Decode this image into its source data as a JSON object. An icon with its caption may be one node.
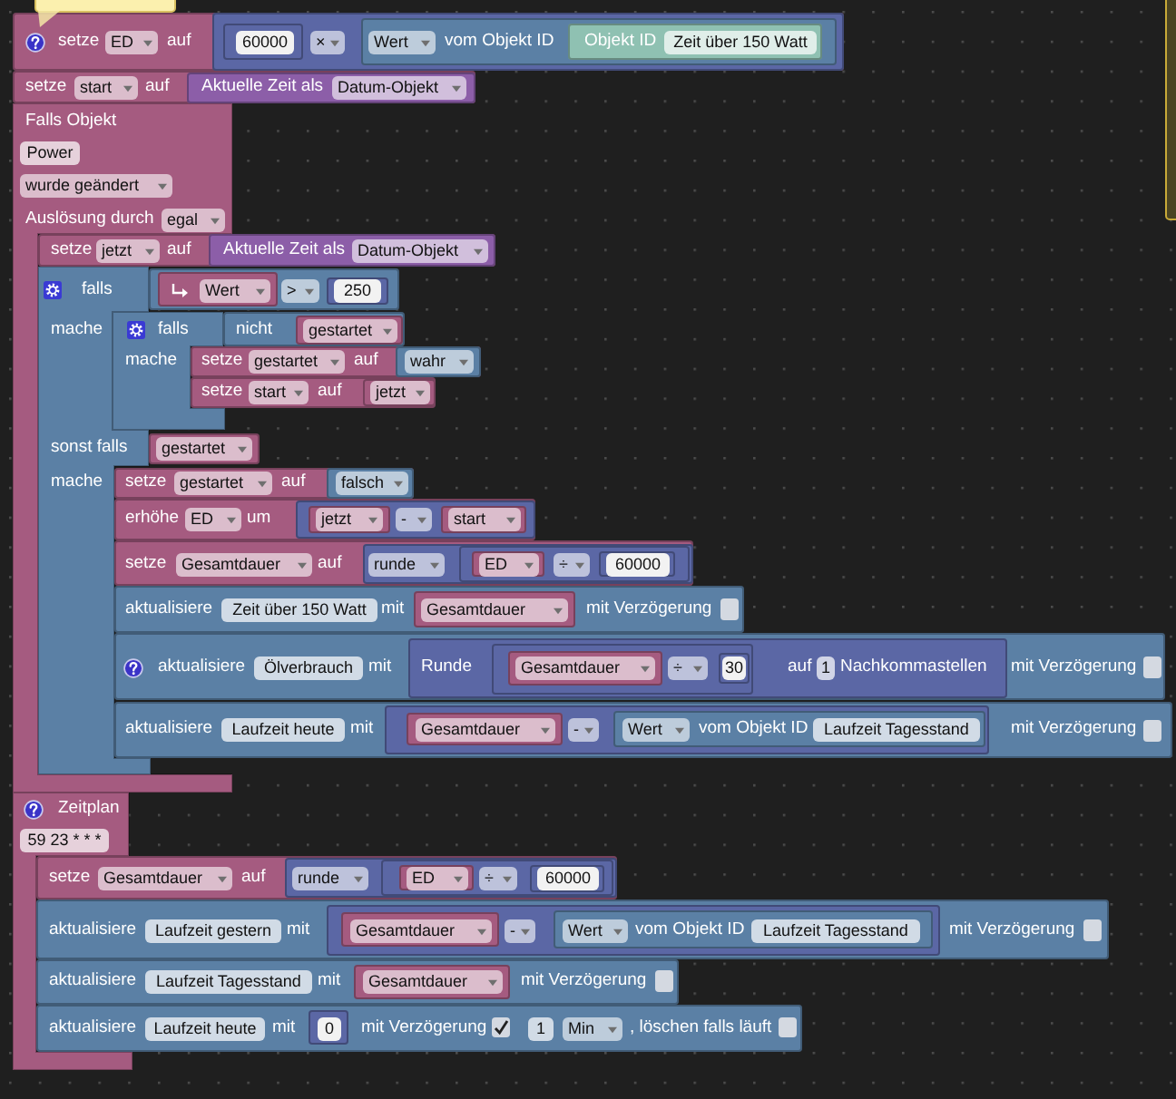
{
  "diagram": {
    "nodes": [
      {
        "text": [
          "setze",
          "ED",
          "auf"
        ]
      },
      {
        "text": [
          "×"
        ],
        "in": 0
      },
      {
        "text": [
          "60000"
        ],
        "in": 1
      },
      {
        "text": [
          "Wert",
          "vom Objekt ID"
        ],
        "in": 1
      },
      {
        "text": [
          "Objekt ID",
          "Zeit über 150 Watt"
        ],
        "in": 3
      },
      {
        "text": [
          "setze",
          "start",
          "auf"
        ]
      },
      {
        "text": [
          "Aktuelle Zeit als",
          "Datum-Objekt"
        ],
        "in": 5
      },
      {
        "text": [
          "Falls Objekt",
          "Power",
          "wurde geändert",
          "Auslösung durch",
          "egal"
        ]
      },
      {
        "text": [
          "setze",
          "jetzt",
          "auf"
        ]
      },
      {
        "text": [
          "Aktuelle Zeit als",
          "Datum-Objekt"
        ],
        "in": 8
      },
      {
        "text": [
          "falls",
          "mache",
          "sonst falls",
          "mache"
        ]
      },
      {
        "text": [
          ">"
        ]
      },
      {
        "text": [
          "Wert"
        ],
        "in": 11
      },
      {
        "text": [
          "250"
        ],
        "in": 11
      },
      {
        "text": [
          "falls",
          "mache"
        ]
      },
      {
        "text": [
          "nicht"
        ]
      },
      {
        "text": [
          "gestartet"
        ],
        "in": 15
      },
      {
        "text": [
          "setze",
          "gestartet",
          "auf"
        ]
      },
      {
        "text": [
          "wahr"
        ],
        "in": 17
      },
      {
        "text": [
          "setze",
          "start",
          "auf"
        ]
      },
      {
        "text": [
          "jetzt"
        ],
        "in": 19
      },
      {
        "text": [
          "gestartet"
        ]
      },
      {
        "text": [
          "setze",
          "gestartet",
          "auf"
        ]
      },
      {
        "text": [
          "falsch"
        ],
        "in": 22
      },
      {
        "text": [
          "erhöhe",
          "ED",
          "um"
        ]
      },
      {
        "text": [
          "-"
        ],
        "in": 24
      },
      {
        "text": [
          "jetzt"
        ],
        "in": 25
      },
      {
        "text": [
          "start"
        ],
        "in": 25
      },
      {
        "text": [
          "setze",
          "Gesamtdauer",
          "auf"
        ]
      },
      {
        "text": [
          "runde"
        ],
        "in": 28
      },
      {
        "text": [
          "÷"
        ],
        "in": 29
      },
      {
        "text": [
          "ED"
        ],
        "in": 30
      },
      {
        "text": [
          "60000"
        ],
        "in": 30
      },
      {
        "text": [
          "aktualisiere",
          "Zeit über 150 Watt",
          "mit",
          "mit Verzögerung"
        ]
      },
      {
        "text": [
          "Gesamtdauer"
        ],
        "in": 33
      },
      {
        "text": [
          "aktualisiere",
          "Ölverbrauch",
          "mit",
          "mit Verzögerung"
        ]
      },
      {
        "text": [
          "Runde",
          "auf",
          "1",
          "Nachkommastellen"
        ],
        "in": 35
      },
      {
        "text": [
          "÷"
        ],
        "in": 36
      },
      {
        "text": [
          "Gesamtdauer"
        ],
        "in": 37
      },
      {
        "text": [
          "30"
        ],
        "in": 37
      },
      {
        "text": [
          "aktualisiere",
          "Laufzeit heute",
          "mit",
          "mit Verzögerung"
        ]
      },
      {
        "text": [
          "-"
        ],
        "in": 40
      },
      {
        "text": [
          "Gesamtdauer"
        ],
        "in": 41
      },
      {
        "text": [
          "Wert",
          "vom Objekt ID",
          "Laufzeit Tagesstand"
        ],
        "in": 41
      },
      {
        "text": [
          "Zeitplan",
          "59 23 * * *"
        ]
      },
      {
        "text": [
          "setze",
          "Gesamtdauer",
          "auf"
        ]
      },
      {
        "text": [
          "runde"
        ],
        "in": 45
      },
      {
        "text": [
          "÷"
        ],
        "in": 46
      },
      {
        "text": [
          "ED"
        ],
        "in": 47
      },
      {
        "text": [
          "60000"
        ],
        "in": 47
      },
      {
        "text": [
          "aktualisiere",
          "Laufzeit gestern",
          "mit",
          "mit Verzögerung"
        ]
      },
      {
        "text": [
          "-"
        ],
        "in": 50
      },
      {
        "text": [
          "Gesamtdauer"
        ],
        "in": 51
      },
      {
        "text": [
          "Wert",
          "vom Objekt ID",
          "Laufzeit Tagesstand"
        ],
        "in": 51
      },
      {
        "text": [
          "aktualisiere",
          "Laufzeit Tagesstand",
          "mit",
          "mit Verzögerung"
        ]
      },
      {
        "text": [
          "Gesamtdauer"
        ],
        "in": 54
      },
      {
        "text": [
          "aktualisiere",
          "Laufzeit heute",
          "mit",
          "mit Verzögerung",
          "1",
          "Min",
          ", löschen falls läuft"
        ]
      },
      {
        "text": [
          "0"
        ],
        "in": 56
      }
    ]
  }
}
